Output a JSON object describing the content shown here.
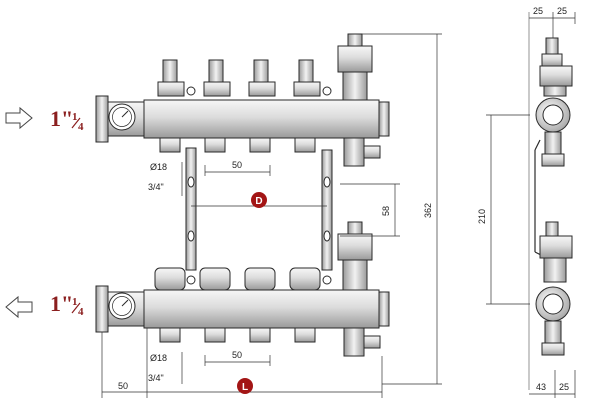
{
  "colors": {
    "line": "#2a2a2a",
    "metal_light": "#f2f2f2",
    "metal_mid": "#cfcfcf",
    "metal_dark": "#8c8c8c",
    "accent_red": "#9b1b1b",
    "marker_fill": "#a31515"
  },
  "labels": {
    "inlet_size_top": {
      "whole": "1\"",
      "num": "1",
      "den": "4"
    },
    "inlet_size_bottom": {
      "whole": "1\"",
      "num": "1",
      "den": "4"
    },
    "marker_top": "D",
    "marker_bottom": "L"
  },
  "dimensions": {
    "outlet_diameter_top": "Ø18",
    "outlet_thread_top": "3/4\"",
    "outlet_pitch_top": "50",
    "outlet_diameter_bottom": "Ø18",
    "outlet_thread_bottom": "3/4\"",
    "outlet_pitch_bottom": "50",
    "inlet_offset": "50",
    "bar_spacing": "58",
    "overall_height": "362",
    "side_top_left": "25",
    "side_top_right": "25",
    "side_center_distance": "210",
    "side_bottom_left": "43",
    "side_bottom_right": "25"
  },
  "icons": [
    "arrow-right-icon",
    "arrow-left-icon",
    "gauge-icon"
  ]
}
